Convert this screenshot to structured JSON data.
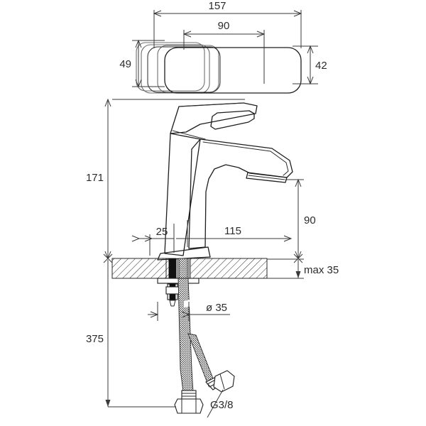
{
  "drawing": {
    "title": "Basin mixer tap technical dimension drawing",
    "background_color": "#ffffff",
    "line_color": "#1d1d1d",
    "dimension_line_color": "#3a3a3a",
    "views": {
      "top_view": {
        "name": "top-view",
        "description": "Plan view of lever handle and body"
      },
      "side_view": {
        "name": "side-view",
        "description": "Side elevation of faucet with mounting, hoses and connectors"
      }
    }
  },
  "dimensions": {
    "top_overall_width": "157",
    "top_inner_width": "90",
    "top_left_depth": "49",
    "top_right_depth": "42",
    "total_height": "171",
    "spout_height": "90",
    "base_offset": "25",
    "spout_reach": "115",
    "counter_thickness": "max 35",
    "hose_drop": "375",
    "hole_diameter": "ø 35",
    "thread_size": "G3/8"
  },
  "labels": [
    {
      "id": "dim-157",
      "text": "157"
    },
    {
      "id": "dim-90-top",
      "text": "90"
    },
    {
      "id": "dim-49",
      "text": "49"
    },
    {
      "id": "dim-42",
      "text": "42"
    },
    {
      "id": "dim-171",
      "text": "171"
    },
    {
      "id": "dim-90-side",
      "text": "90"
    },
    {
      "id": "dim-25",
      "text": "25"
    },
    {
      "id": "dim-115",
      "text": "115"
    },
    {
      "id": "dim-max35",
      "text": "max 35"
    },
    {
      "id": "dim-375",
      "text": "375"
    },
    {
      "id": "dim-diameter35",
      "text": "ø 35"
    },
    {
      "id": "dim-g38",
      "text": "G3/8"
    }
  ]
}
